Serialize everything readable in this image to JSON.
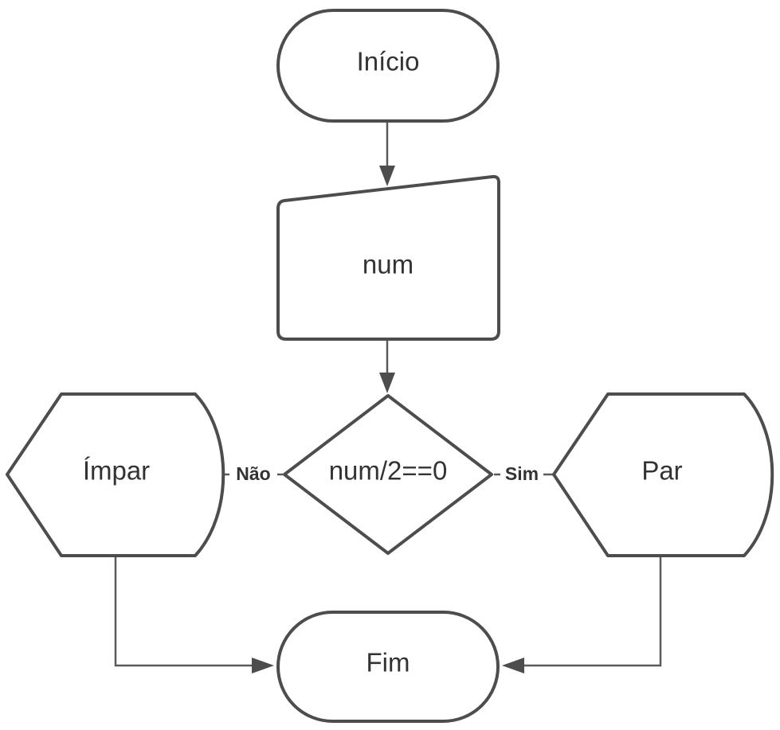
{
  "nodes": {
    "start": {
      "label": "Início",
      "shape": "terminator"
    },
    "input": {
      "label": "num",
      "shape": "manual-input"
    },
    "decision": {
      "label": "num/2==0",
      "shape": "decision"
    },
    "odd": {
      "label": "Ímpar",
      "shape": "display"
    },
    "even": {
      "label": "Par",
      "shape": "display"
    },
    "end": {
      "label": "Fim",
      "shape": "terminator"
    }
  },
  "edges": {
    "start_to_input": {
      "from": "start",
      "to": "input"
    },
    "input_to_decision": {
      "from": "input",
      "to": "decision"
    },
    "decision_to_odd": {
      "from": "decision",
      "to": "odd",
      "label": "Não"
    },
    "decision_to_even": {
      "from": "decision",
      "to": "even",
      "label": "Sim"
    },
    "odd_to_end": {
      "from": "odd",
      "to": "end"
    },
    "even_to_end": {
      "from": "even",
      "to": "end"
    }
  },
  "colors": {
    "stroke": "#4d4d4d",
    "connector": "#5a5a5a",
    "text": "#333333",
    "background": "#ffffff"
  }
}
